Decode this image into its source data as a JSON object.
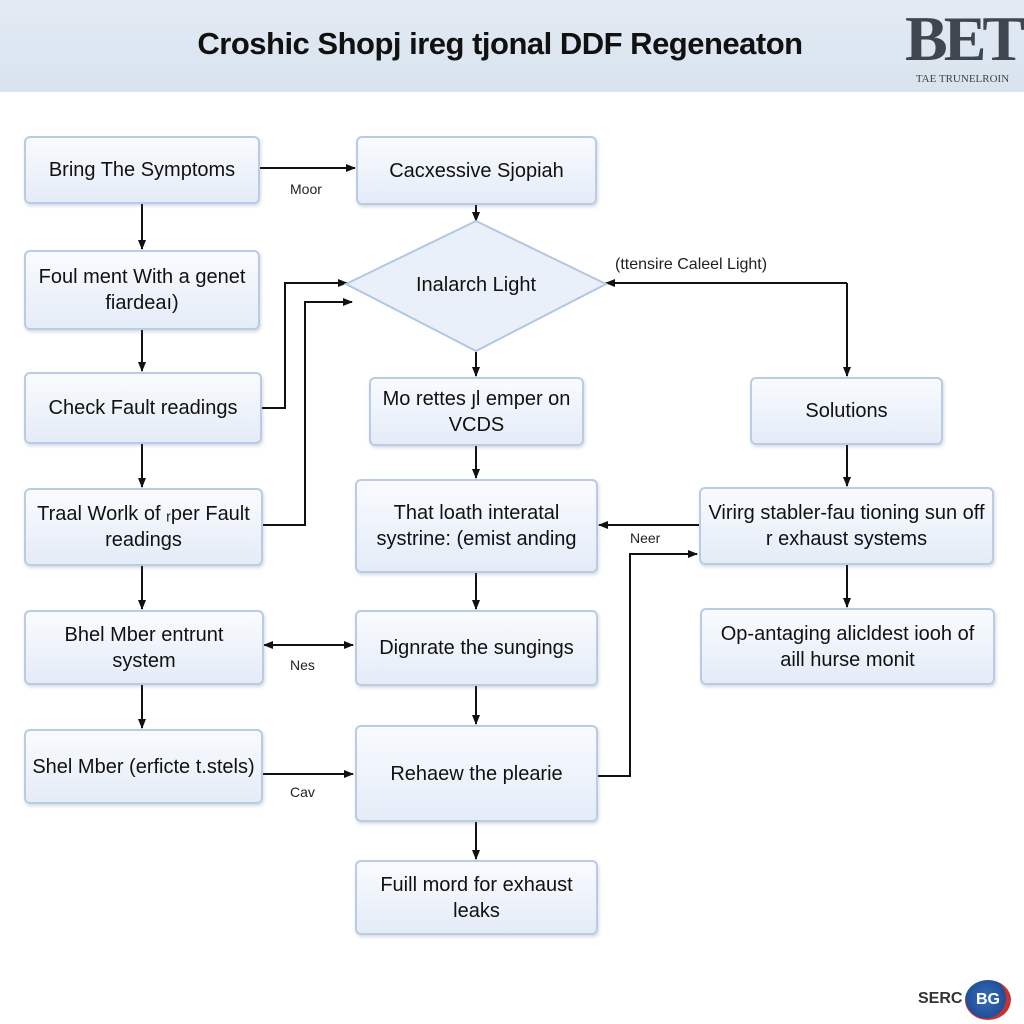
{
  "header": {
    "title": "Croshic Shopj ireg tjonal DDF Regeneaton",
    "logo_mark": "BET",
    "logo_sub": "TAE TRUNELROIN"
  },
  "nodes": {
    "bring_symptoms": "Bring The Symptoms",
    "foul_ment": "Foul ment With a genet fiardeaı)",
    "check_fault": "Check Fault readings",
    "traal_work": "Traal Worlk of ᵣper Fault readings",
    "bhel_mber": "Bhel Mber entrunt system",
    "shel_mber": "Shel Mber (erficte t.stels)",
    "cacxessive": "Cacxessive Sjopiah",
    "inalarch": "Inalarch Light",
    "mo_rettes": "Mo rettes ȷl emper on VCDS",
    "that_loath": "That loath interatal systrine: (emist anding",
    "dignrate": "Dignrate the sungings",
    "rehaew": "Rehaew the plearie",
    "fuill_mord": "Fuill mord for exhaust leaks",
    "solutions": "Solutions",
    "virirg": "Virirg stabler-fau tioning sun off r exhaust systems",
    "op_antaging": "Op-antaging alicldest iooh of aill hurse monit"
  },
  "edge_labels": {
    "moor": "Moor",
    "tensire": "(ttensire Caleel Light)",
    "neer": "Neer",
    "nes": "Nes",
    "cav": "Cav"
  },
  "footer": {
    "badge_text": "SERC",
    "badge_mark": "BG"
  }
}
